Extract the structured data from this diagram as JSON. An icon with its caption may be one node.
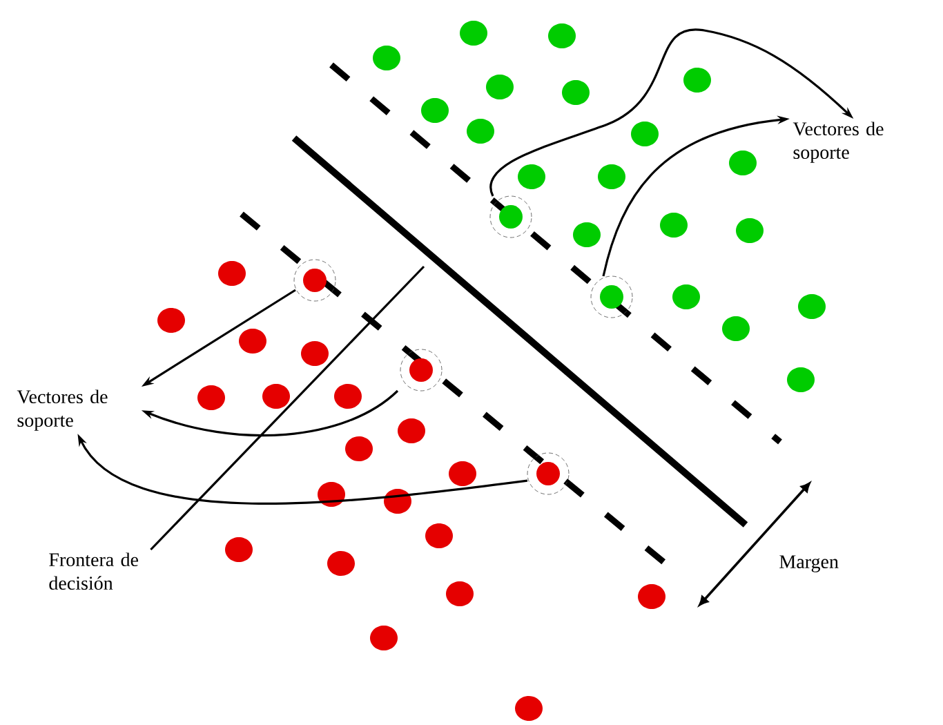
{
  "diagram": {
    "nodes": [
      {
        "text": [
          "Vectores de soporte"
        ]
      },
      {
        "text": [
          "Vectores de soporte"
        ]
      },
      {
        "text": [
          "Frontera de decisión"
        ]
      },
      {
        "text": [],
        "shape": "circle"
      },
      {
        "text": [],
        "shape": "circle"
      },
      {
        "text": [],
        "shape": "circle"
      },
      {
        "text": [],
        "shape": "circle"
      },
      {
        "text": [],
        "shape": "circle"
      }
    ],
    "edges": [
      {
        "from": 3,
        "to": 0,
        "arrow": "to"
      },
      {
        "from": 4,
        "to": 0,
        "arrow": "to"
      },
      {
        "from": 5,
        "to": 1,
        "arrow": "to"
      },
      {
        "from": 6,
        "to": 1,
        "arrow": "to"
      },
      {
        "from": 7,
        "to": 1,
        "arrow": "to"
      },
      {
        "from": 2,
        "to": null,
        "arrow": "none"
      }
    ],
    "labels": [
      "Margen"
    ]
  }
}
